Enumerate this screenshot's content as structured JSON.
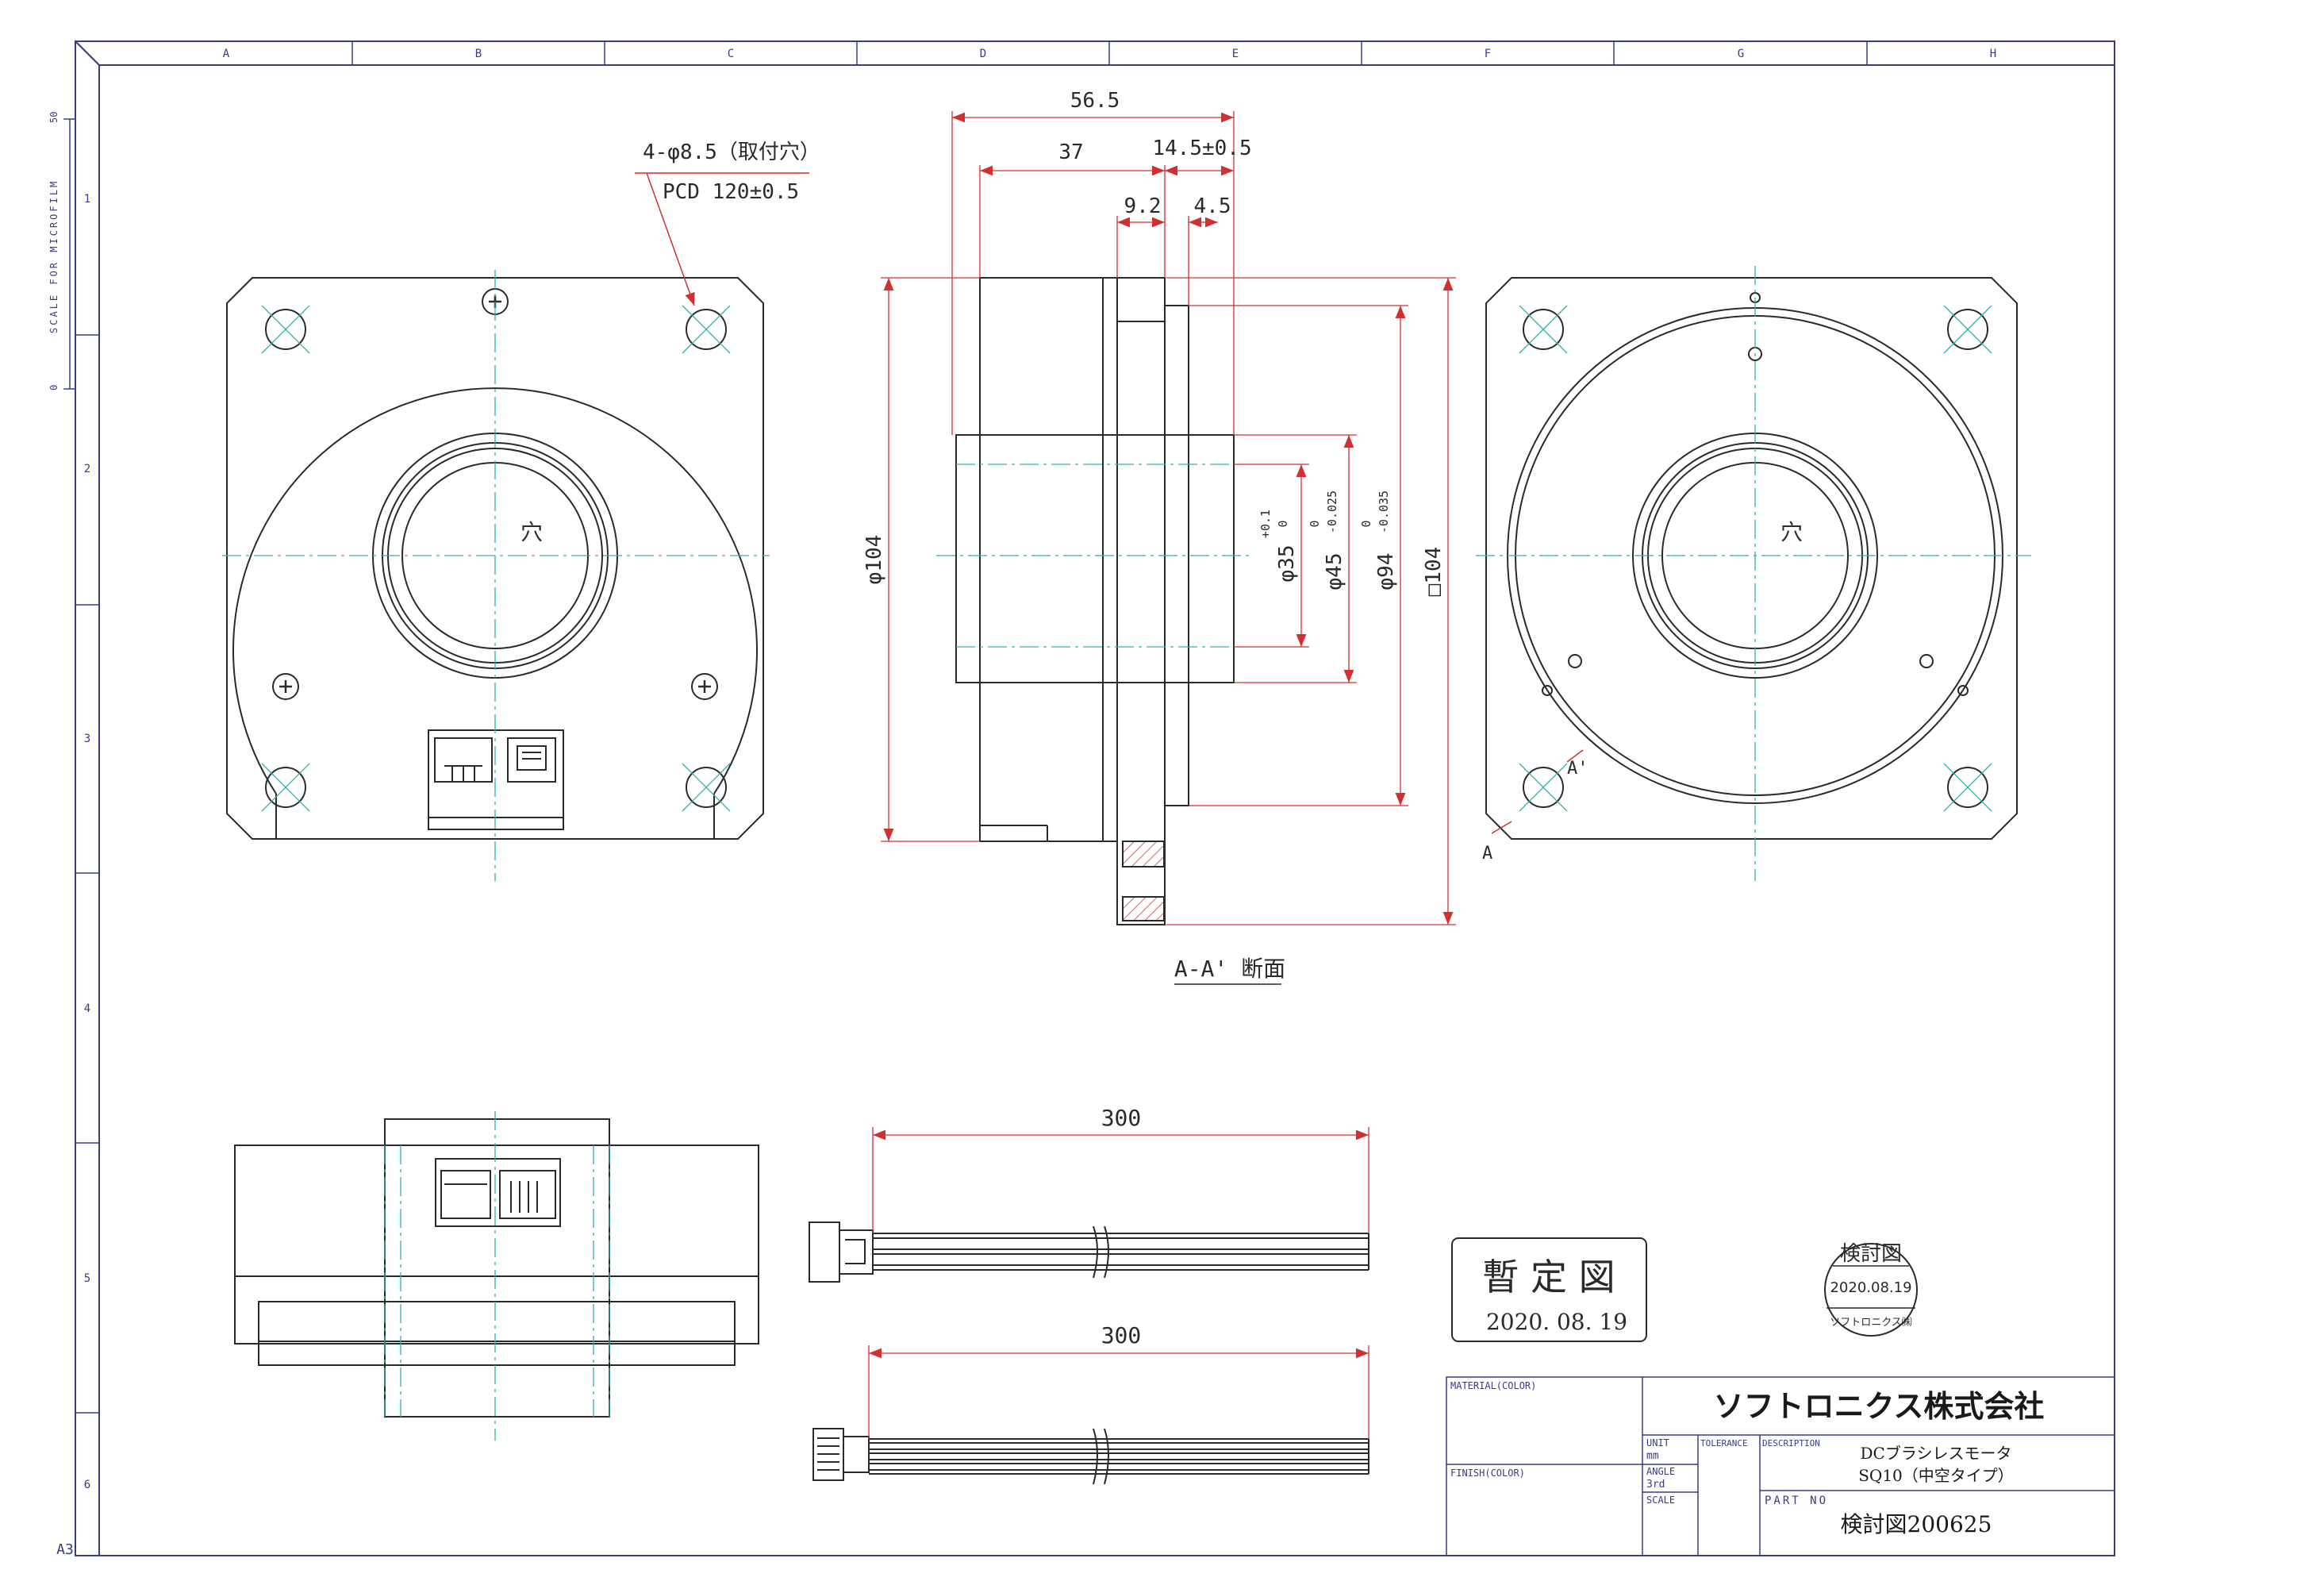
{
  "border": {
    "columns": [
      "A",
      "B",
      "C",
      "D",
      "E",
      "F",
      "G",
      "H"
    ],
    "rows": [
      "1",
      "2",
      "3",
      "4",
      "5",
      "6"
    ],
    "scale_text": "SCALE FOR MICROFILM",
    "scale_50": "50",
    "scale_0": "0",
    "sheet_size": "A3"
  },
  "annotations": {
    "hole_note": "4-φ8.5（取付穴）",
    "pcd_note": "PCD 120±0.5",
    "hole_label_left": "穴",
    "hole_label_right": "穴",
    "section_label": "A-A' 断面",
    "section_mark_a": "A",
    "section_mark_a2": "A'"
  },
  "dimensions": {
    "d56_5": "56.5",
    "d37": "37",
    "d14_5": "14.5±0.5",
    "d9_2": "9.2",
    "d4_5": "4.5",
    "dia104": "φ104",
    "sq104": "□104",
    "dia35": "φ35",
    "dia35_tol_up": "+0.1",
    "dia35_tol_dn": "0",
    "dia45": "φ45",
    "dia45_tol_up": "0",
    "dia45_tol_dn": "-0.025",
    "dia94": "φ94",
    "dia94_tol_up": "0",
    "dia94_tol_dn": "-0.035",
    "cable1": "300",
    "cable2": "300"
  },
  "stamps": {
    "provisional_title": "暫 定 図",
    "provisional_date": "2020. 08. 19",
    "review_title": "検討図",
    "review_date": "2020.08.19",
    "review_company": "ソフトロニクス㈱"
  },
  "title_block": {
    "material_label": "MATERIAL(COLOR)",
    "finish_label": "FINISH(COLOR)",
    "company": "ソフトロニクス株式会社",
    "unit_label": "UNIT",
    "unit_value": "mm",
    "angle_label": "ANGLE",
    "angle_value": "3rd",
    "scale_label": "SCALE",
    "tolerance_label": "TOLERANCE",
    "description_label": "DESCRIPTION",
    "description_line1": "DCブラシレスモータ",
    "description_line2": "SQ10（中空タイプ）",
    "part_no_label": "PART NO",
    "part_no": "検討図200625"
  },
  "colors": {
    "line": "#2a2a2a",
    "dimension": "#d03030",
    "center": "#30b0b0",
    "border": "#3a3a8a"
  }
}
